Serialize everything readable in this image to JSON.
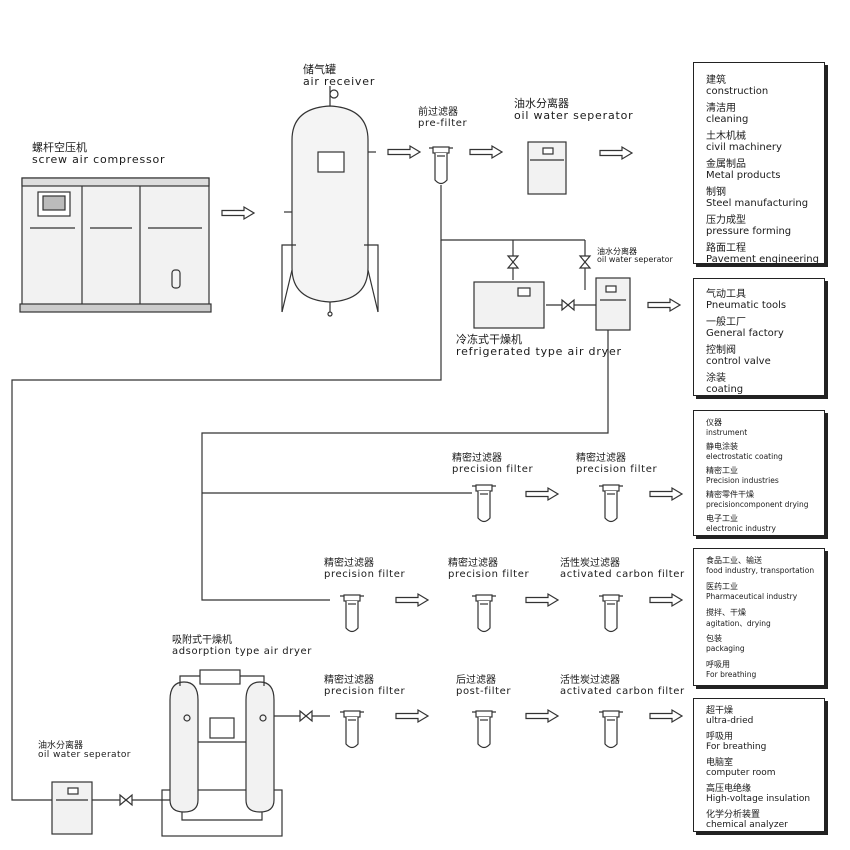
{
  "labels": {
    "compressor": {
      "cn": "螺杆空压机",
      "en": "screw air compressor"
    },
    "receiver": {
      "cn": "储气罐",
      "en": "air receiver"
    },
    "prefilter": {
      "cn": "前过滤器",
      "en": "pre-filter"
    },
    "ows_top": {
      "cn": "油水分离器",
      "en": "oil water seperator"
    },
    "ows_mid": {
      "cn": "油水分离器",
      "en": "oil water seperator"
    },
    "ref_dryer": {
      "cn": "冷冻式干燥机",
      "en": "refrigerated type air dryer"
    },
    "row1_pf1": {
      "cn": "精密过滤器",
      "en": "precision filter"
    },
    "row1_pf2": {
      "cn": "精密过滤器",
      "en": "precision filter"
    },
    "row2_pf1": {
      "cn": "精密过滤器",
      "en": "precision filter"
    },
    "row2_pf2": {
      "cn": "精密过滤器",
      "en": "precision filter"
    },
    "row2_ac": {
      "cn": "活性炭过滤器",
      "en": "activated carbon filter"
    },
    "ads_dryer": {
      "cn": "吸附式干燥机",
      "en": "adsorption type air dryer"
    },
    "row3_pf": {
      "cn": "精密过滤器",
      "en": "precision filter"
    },
    "row3_post": {
      "cn": "后过滤器",
      "en": "post-filter"
    },
    "row3_ac": {
      "cn": "活性炭过滤器",
      "en": "activated carbon filter"
    },
    "ows_bottom": {
      "cn": "油水分离器",
      "en": "oil water seperator"
    }
  },
  "boxes": {
    "box1": [
      {
        "cn": "建筑",
        "en": "construction"
      },
      {
        "cn": "清洁用",
        "en": "cleaning"
      },
      {
        "cn": "土木机械",
        "en": "civil machinery"
      },
      {
        "cn": "金属制品",
        "en": "Metal products"
      },
      {
        "cn": "制钢",
        "en": "Steel manufacturing"
      },
      {
        "cn": "压力成型",
        "en": "pressure forming"
      },
      {
        "cn": "路面工程",
        "en": "Pavement engineering"
      }
    ],
    "box2": [
      {
        "cn": "气动工具",
        "en": "Pneumatic tools"
      },
      {
        "cn": "一般工厂",
        "en": "General factory"
      },
      {
        "cn": "控制阀",
        "en": "control valve"
      },
      {
        "cn": "涂装",
        "en": "coating"
      }
    ],
    "box3": [
      {
        "cn": "仪器",
        "en": "instrument"
      },
      {
        "cn": "静电涂装",
        "en": "electrostatic coating"
      },
      {
        "cn": "精密工业",
        "en": "Precision industries"
      },
      {
        "cn": "精密零件干燥",
        "en": "precisioncomponent drying"
      },
      {
        "cn": "电子工业",
        "en": "electronic industry"
      }
    ],
    "box4": [
      {
        "cn": "食品工业、输送",
        "en": "food industry, transportation"
      },
      {
        "cn": "医药工业",
        "en": "Pharmaceutical industry"
      },
      {
        "cn": "搅拌、干燥",
        "en": "agitation、drying"
      },
      {
        "cn": "包装",
        "en": "packaging"
      },
      {
        "cn": "呼吸用",
        "en": "For breathing"
      }
    ],
    "box5": [
      {
        "cn": "超干燥",
        "en": "ultra-dried"
      },
      {
        "cn": "呼吸用",
        "en": "For breathing"
      },
      {
        "cn": "电脑室",
        "en": "computer room"
      },
      {
        "cn": "高压电绝缘",
        "en": "High-voltage insulation"
      },
      {
        "cn": "化学分析装置",
        "en": "chemical analyzer"
      }
    ]
  }
}
